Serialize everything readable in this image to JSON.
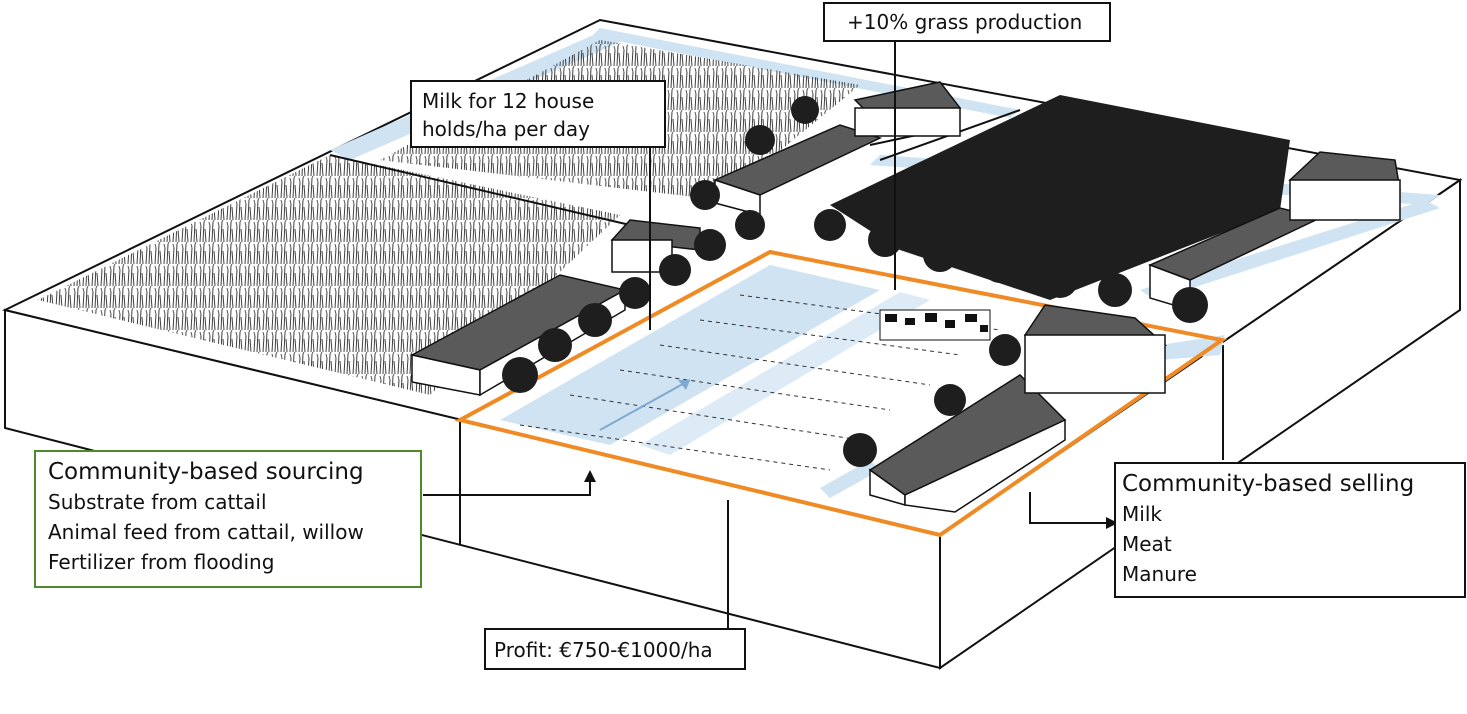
{
  "labels": {
    "grass_production": "+10% grass production",
    "milk_supply": [
      "Milk for 12 house",
      "holds/ha per day"
    ],
    "profit": "Profit: €750-€1000/ha"
  },
  "sourcing": {
    "title": "Community-based sourcing",
    "items": [
      "Substrate from cattail",
      "Animal feed from cattail, willow",
      "Fertilizer from flooding"
    ]
  },
  "selling": {
    "title": "Community-based selling",
    "items": [
      "Milk",
      "Meat",
      "Manure"
    ]
  },
  "colors": {
    "water": "#cfe3f3",
    "boundary": "#f08a24",
    "sourcing_border": "#4d8a2a",
    "outline": "#111111",
    "roof": "#5a5a5a",
    "tree": "#1e1e1e"
  }
}
